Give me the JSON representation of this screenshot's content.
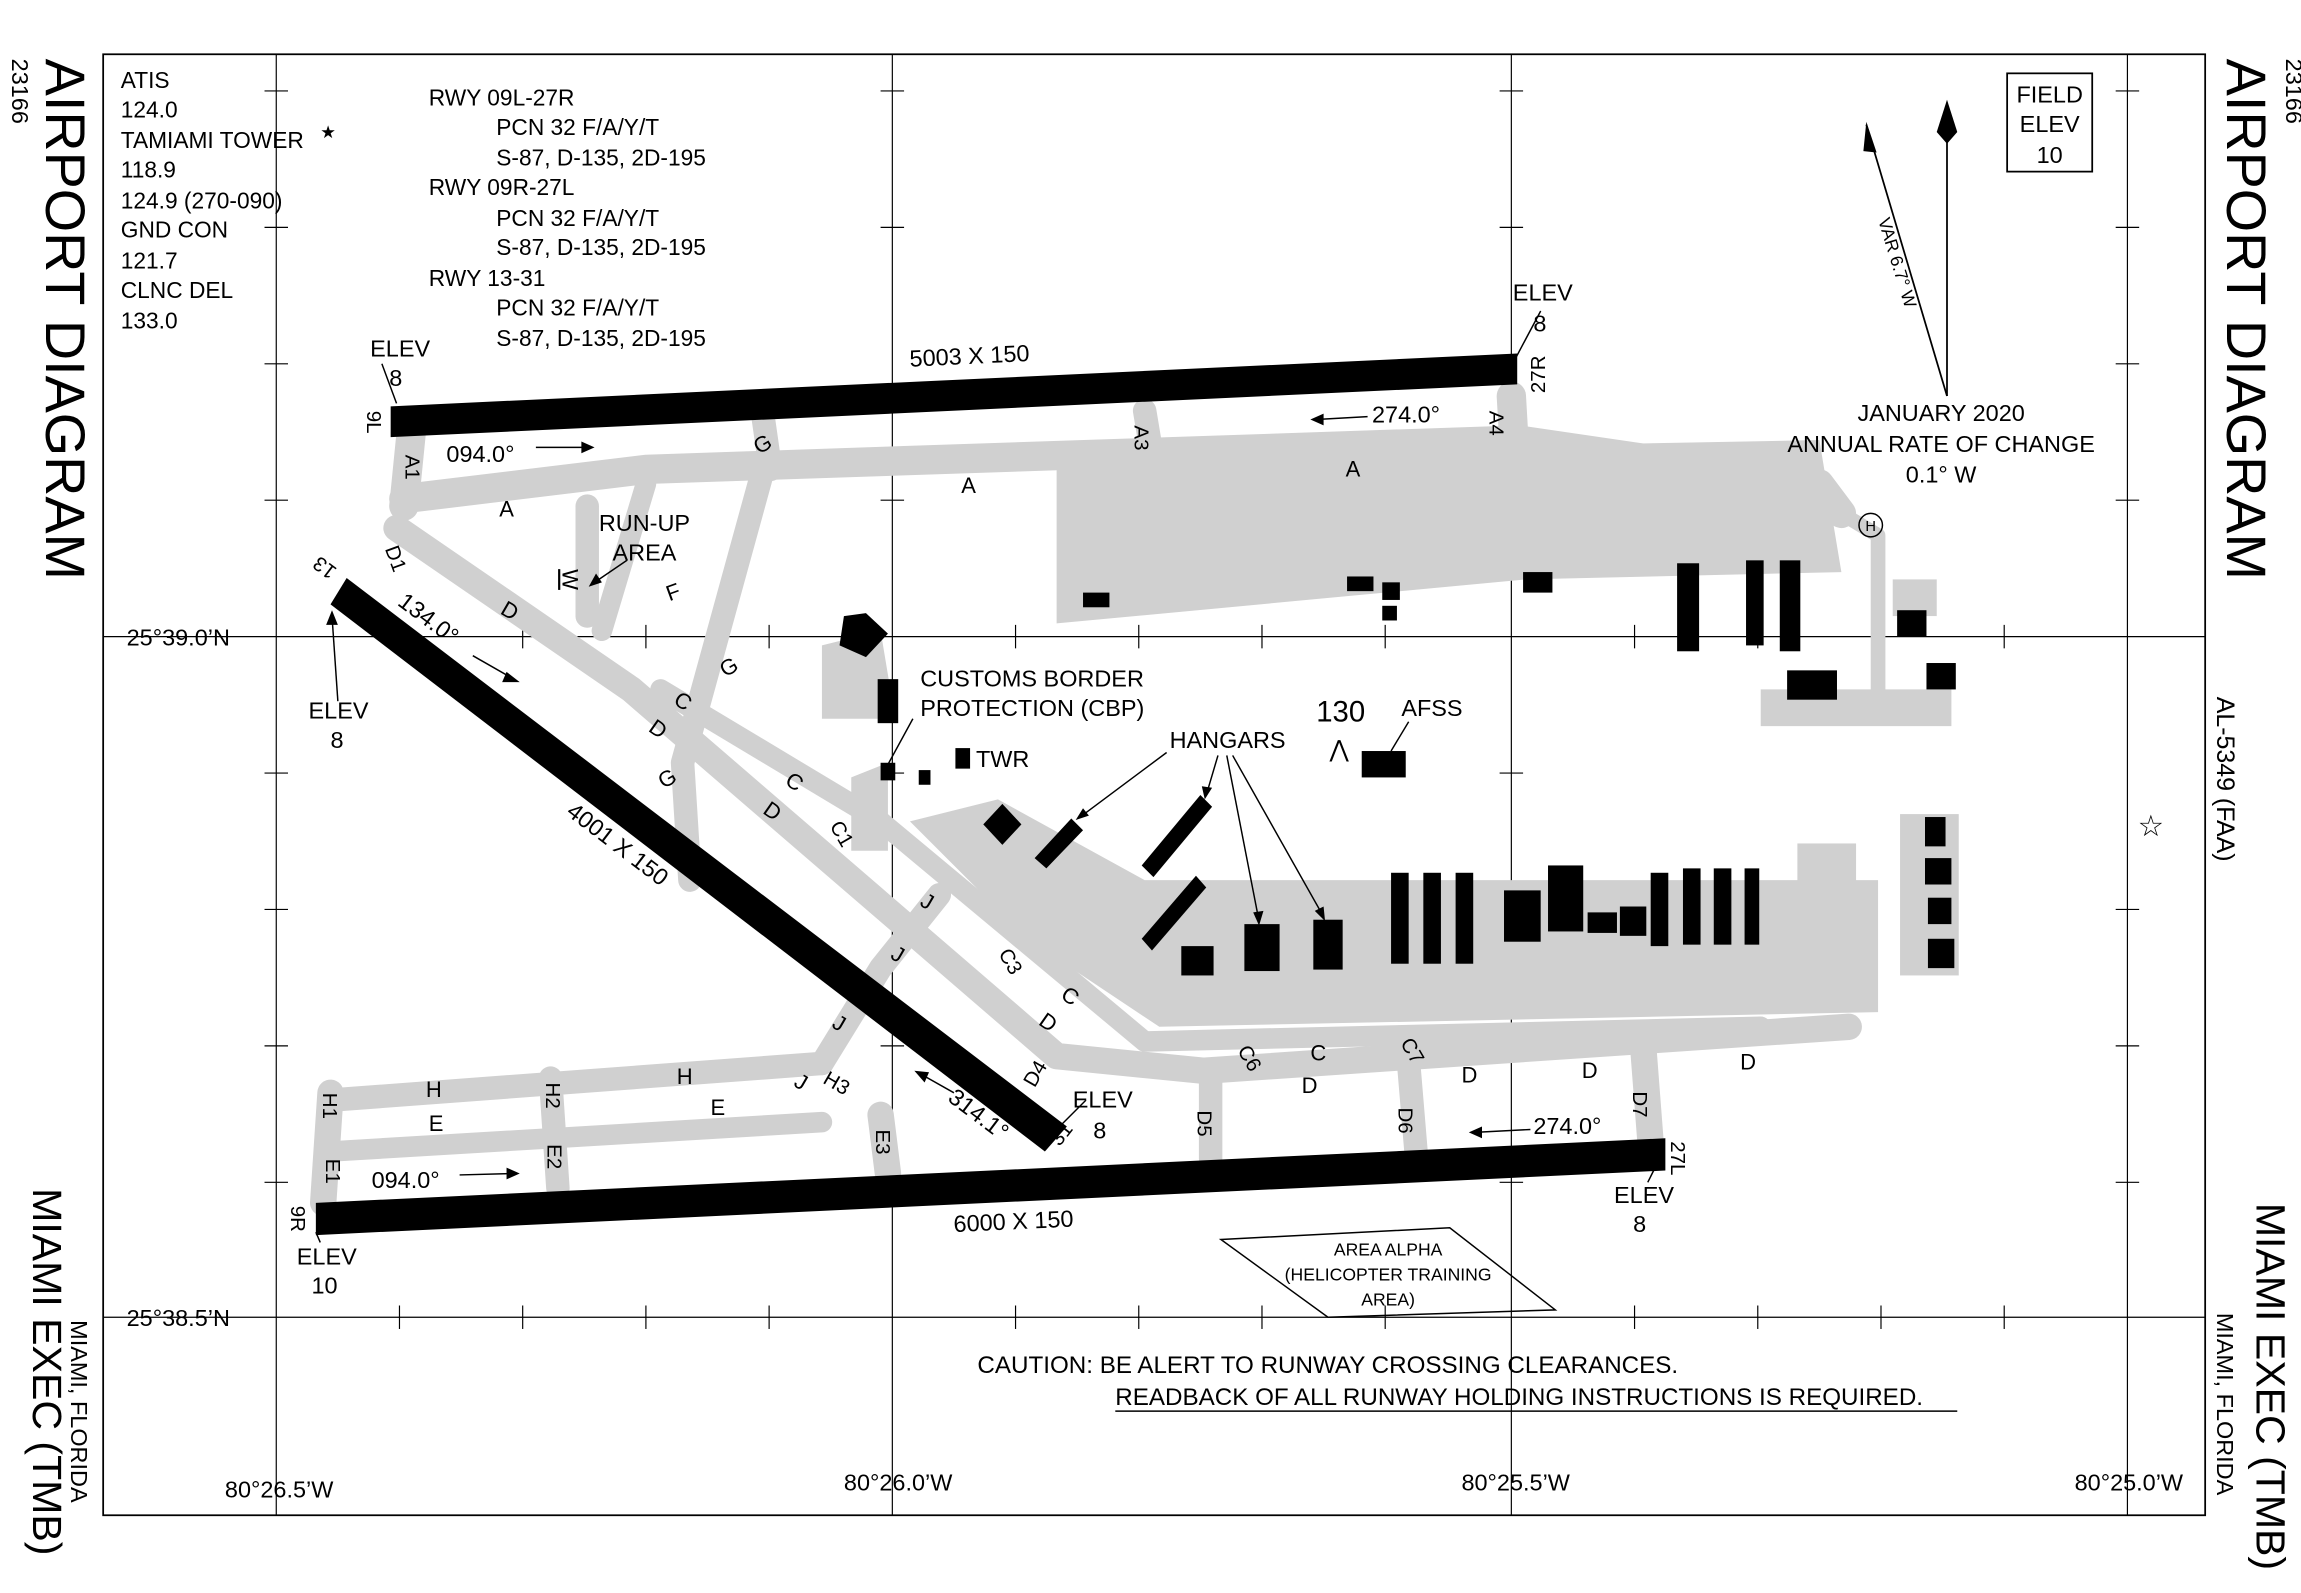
{
  "side_label": {
    "id": "23166",
    "title": "AIRPORT DIAGRAM",
    "airport": "MIAMI EXEC (TMB)",
    "city": "MIAMI, FLORIDA",
    "al_code": "AL-5349 (FAA)"
  },
  "comms": {
    "lines": [
      "ATIS",
      "124.0",
      "TAMIAMI TOWER",
      "118.9",
      "124.9 (270-090)",
      "GND CON",
      "121.7",
      "CLNC DEL",
      "133.0"
    ]
  },
  "runway_info": {
    "rwy1": "RWY 09L-27R",
    "rwy1_pcn": "PCN 32 F/A/Y/T",
    "rwy1_wt": "S-87, D-135, 2D-195",
    "rwy2": "RWY 09R-27L",
    "rwy2_pcn": "PCN 32 F/A/Y/T",
    "rwy2_wt": "S-87, D-135, 2D-195",
    "rwy3": "RWY 13-31",
    "rwy3_pcn": "PCN 32 F/A/Y/T",
    "rwy3_wt": "S-87, D-135, 2D-195"
  },
  "field_elev": {
    "label1": "FIELD",
    "label2": "ELEV",
    "value": "10"
  },
  "magvar": {
    "var": "VAR 6.7° W",
    "date": "JANUARY 2020",
    "rate_label": "ANNUAL RATE OF CHANGE",
    "rate": "0.1° W"
  },
  "coordinates": {
    "lat_top": "25°39.0’N",
    "lat_bottom": "25°38.5’N",
    "lon1": "80°26.5’W",
    "lon2": "80°26.0’W",
    "lon3": "80°25.5’W",
    "lon4": "80°25.0’W"
  },
  "runways": {
    "rwy_09l_27r": {
      "dims": "5003 X 150",
      "end_a": "9L",
      "end_b": "27R",
      "hdg_a": "094.0°",
      "hdg_b": "274.0°",
      "elev_a": "8",
      "elev_b": "8"
    },
    "rwy_09r_27l": {
      "dims": "6000 X 150",
      "end_a": "9R",
      "end_b": "27L",
      "hdg_a": "094.0°",
      "hdg_b": "274.0°",
      "elev_a": "10",
      "elev_b": "8"
    },
    "rwy_13_31": {
      "dims": "4001 X 150",
      "end_a": "13",
      "end_b": "31",
      "hdg_a": "134.0°",
      "hdg_b": "314.1°",
      "elev_a": "8",
      "elev_b": "8"
    },
    "elev_label": "ELEV"
  },
  "taxiways": {
    "A": "A",
    "A1": "A1",
    "A3": "A3",
    "A4": "A4",
    "G": "G",
    "F": "F",
    "W": "W",
    "D": "D",
    "D1": "D1",
    "D4": "D4",
    "D5": "D5",
    "D6": "D6",
    "D7": "D7",
    "C": "C",
    "C1": "C1",
    "C3": "C3",
    "C6": "C6",
    "C7": "C7",
    "J": "J",
    "H": "H",
    "H1": "H1",
    "H2": "H2",
    "H3": "H3",
    "E": "E",
    "E1": "E1",
    "E2": "E2",
    "E3": "E3"
  },
  "features": {
    "runup1": "RUN-UP",
    "runup2": "AREA",
    "customs1": "CUSTOMS BORDER",
    "customs2": "PROTECTION (CBP)",
    "tower": "TWR",
    "hangars": "HANGARS",
    "afss": "AFSS",
    "obstacle_height": "130",
    "helipad": "H",
    "area_alpha1": "AREA ALPHA",
    "area_alpha2": "(HELICOPTER TRAINING",
    "area_alpha3": "AREA)"
  },
  "caution": {
    "line1": "CAUTION: BE ALERT TO RUNWAY CROSSING CLEARANCES.",
    "line2": "READBACK OF ALL RUNWAY HOLDING INSTRUCTIONS IS REQUIRED."
  }
}
